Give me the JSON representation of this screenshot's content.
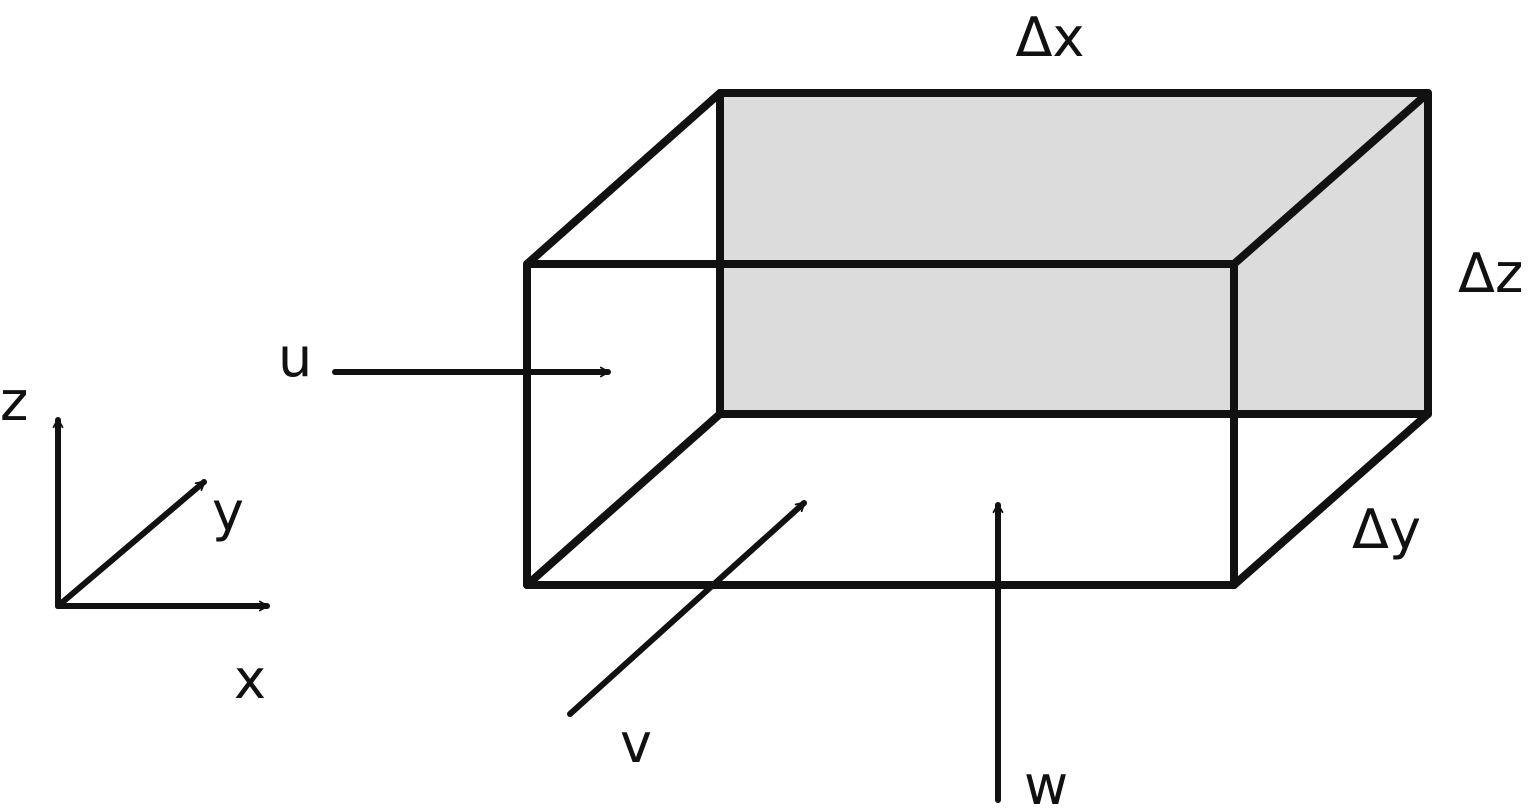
{
  "colors": {
    "line": "#111111",
    "shaded_face": "#dcdcdc",
    "background": "#ffffff"
  },
  "labels": {
    "dx": "Δx",
    "dy": "Δy",
    "dz": "Δz",
    "axis_x": "x",
    "axis_y": "y",
    "axis_z": "z",
    "flow_u": "u",
    "flow_v": "v",
    "flow_w": "w"
  }
}
